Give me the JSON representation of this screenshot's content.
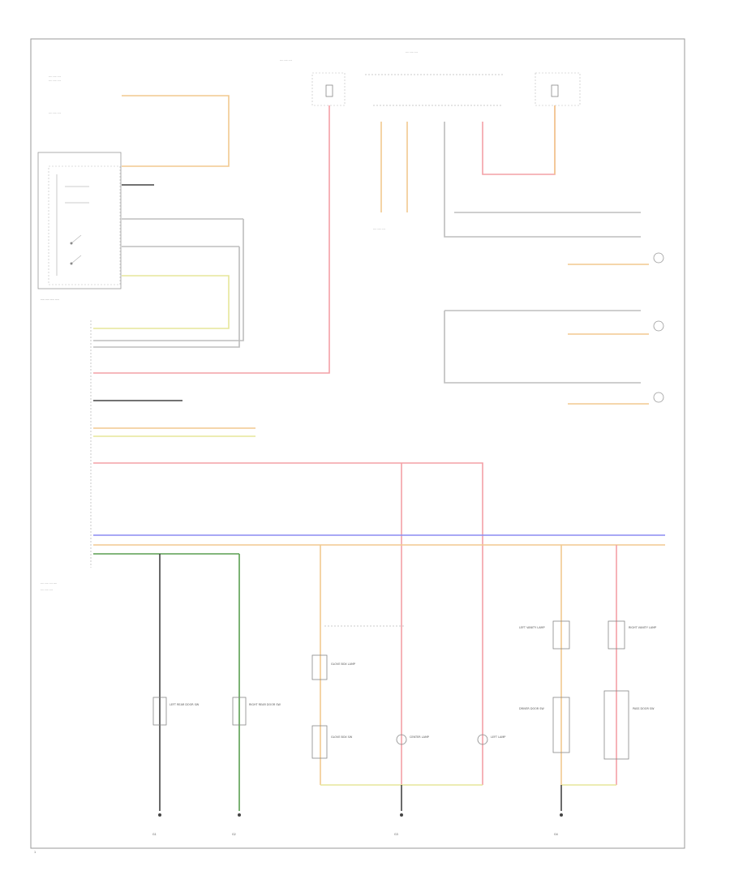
{
  "colors": {
    "red": "#f4a0a6",
    "orange": "#f2c98f",
    "yellow": "#e6e69a",
    "green": "#5a9e50",
    "blue": "#8c8cf2",
    "black": "#444444",
    "gray": "#bdbdbd",
    "frame": "#999999"
  },
  "labels": {
    "ign_relay": "IGN RELAY",
    "dome_lamp": "DOME LAMP",
    "left_lamp": "LEFT LAMP",
    "right_lamp": "RIGHT LAMP",
    "trunk_lamp": "TRUNK LAMP",
    "left_rear_door": "LEFT REAR DOOR SW",
    "right_rear_door": "RIGHT REAR DOOR SW",
    "glove_box": "GLOVE BOX LAMP",
    "glove_sw": "GLOVE BOX SW",
    "center_lamp": "CENTER LAMP",
    "left_vanity": "LEFT VANITY LAMP",
    "right_vanity": "RIGHT VANITY LAMP",
    "driver_door": "DRIVER DOOR SW",
    "pass_door": "PASS DOOR SW",
    "ground_1": "G1",
    "ground_2": "G2",
    "ground_3": "G3",
    "ground_4": "G4",
    "footer": "1"
  }
}
